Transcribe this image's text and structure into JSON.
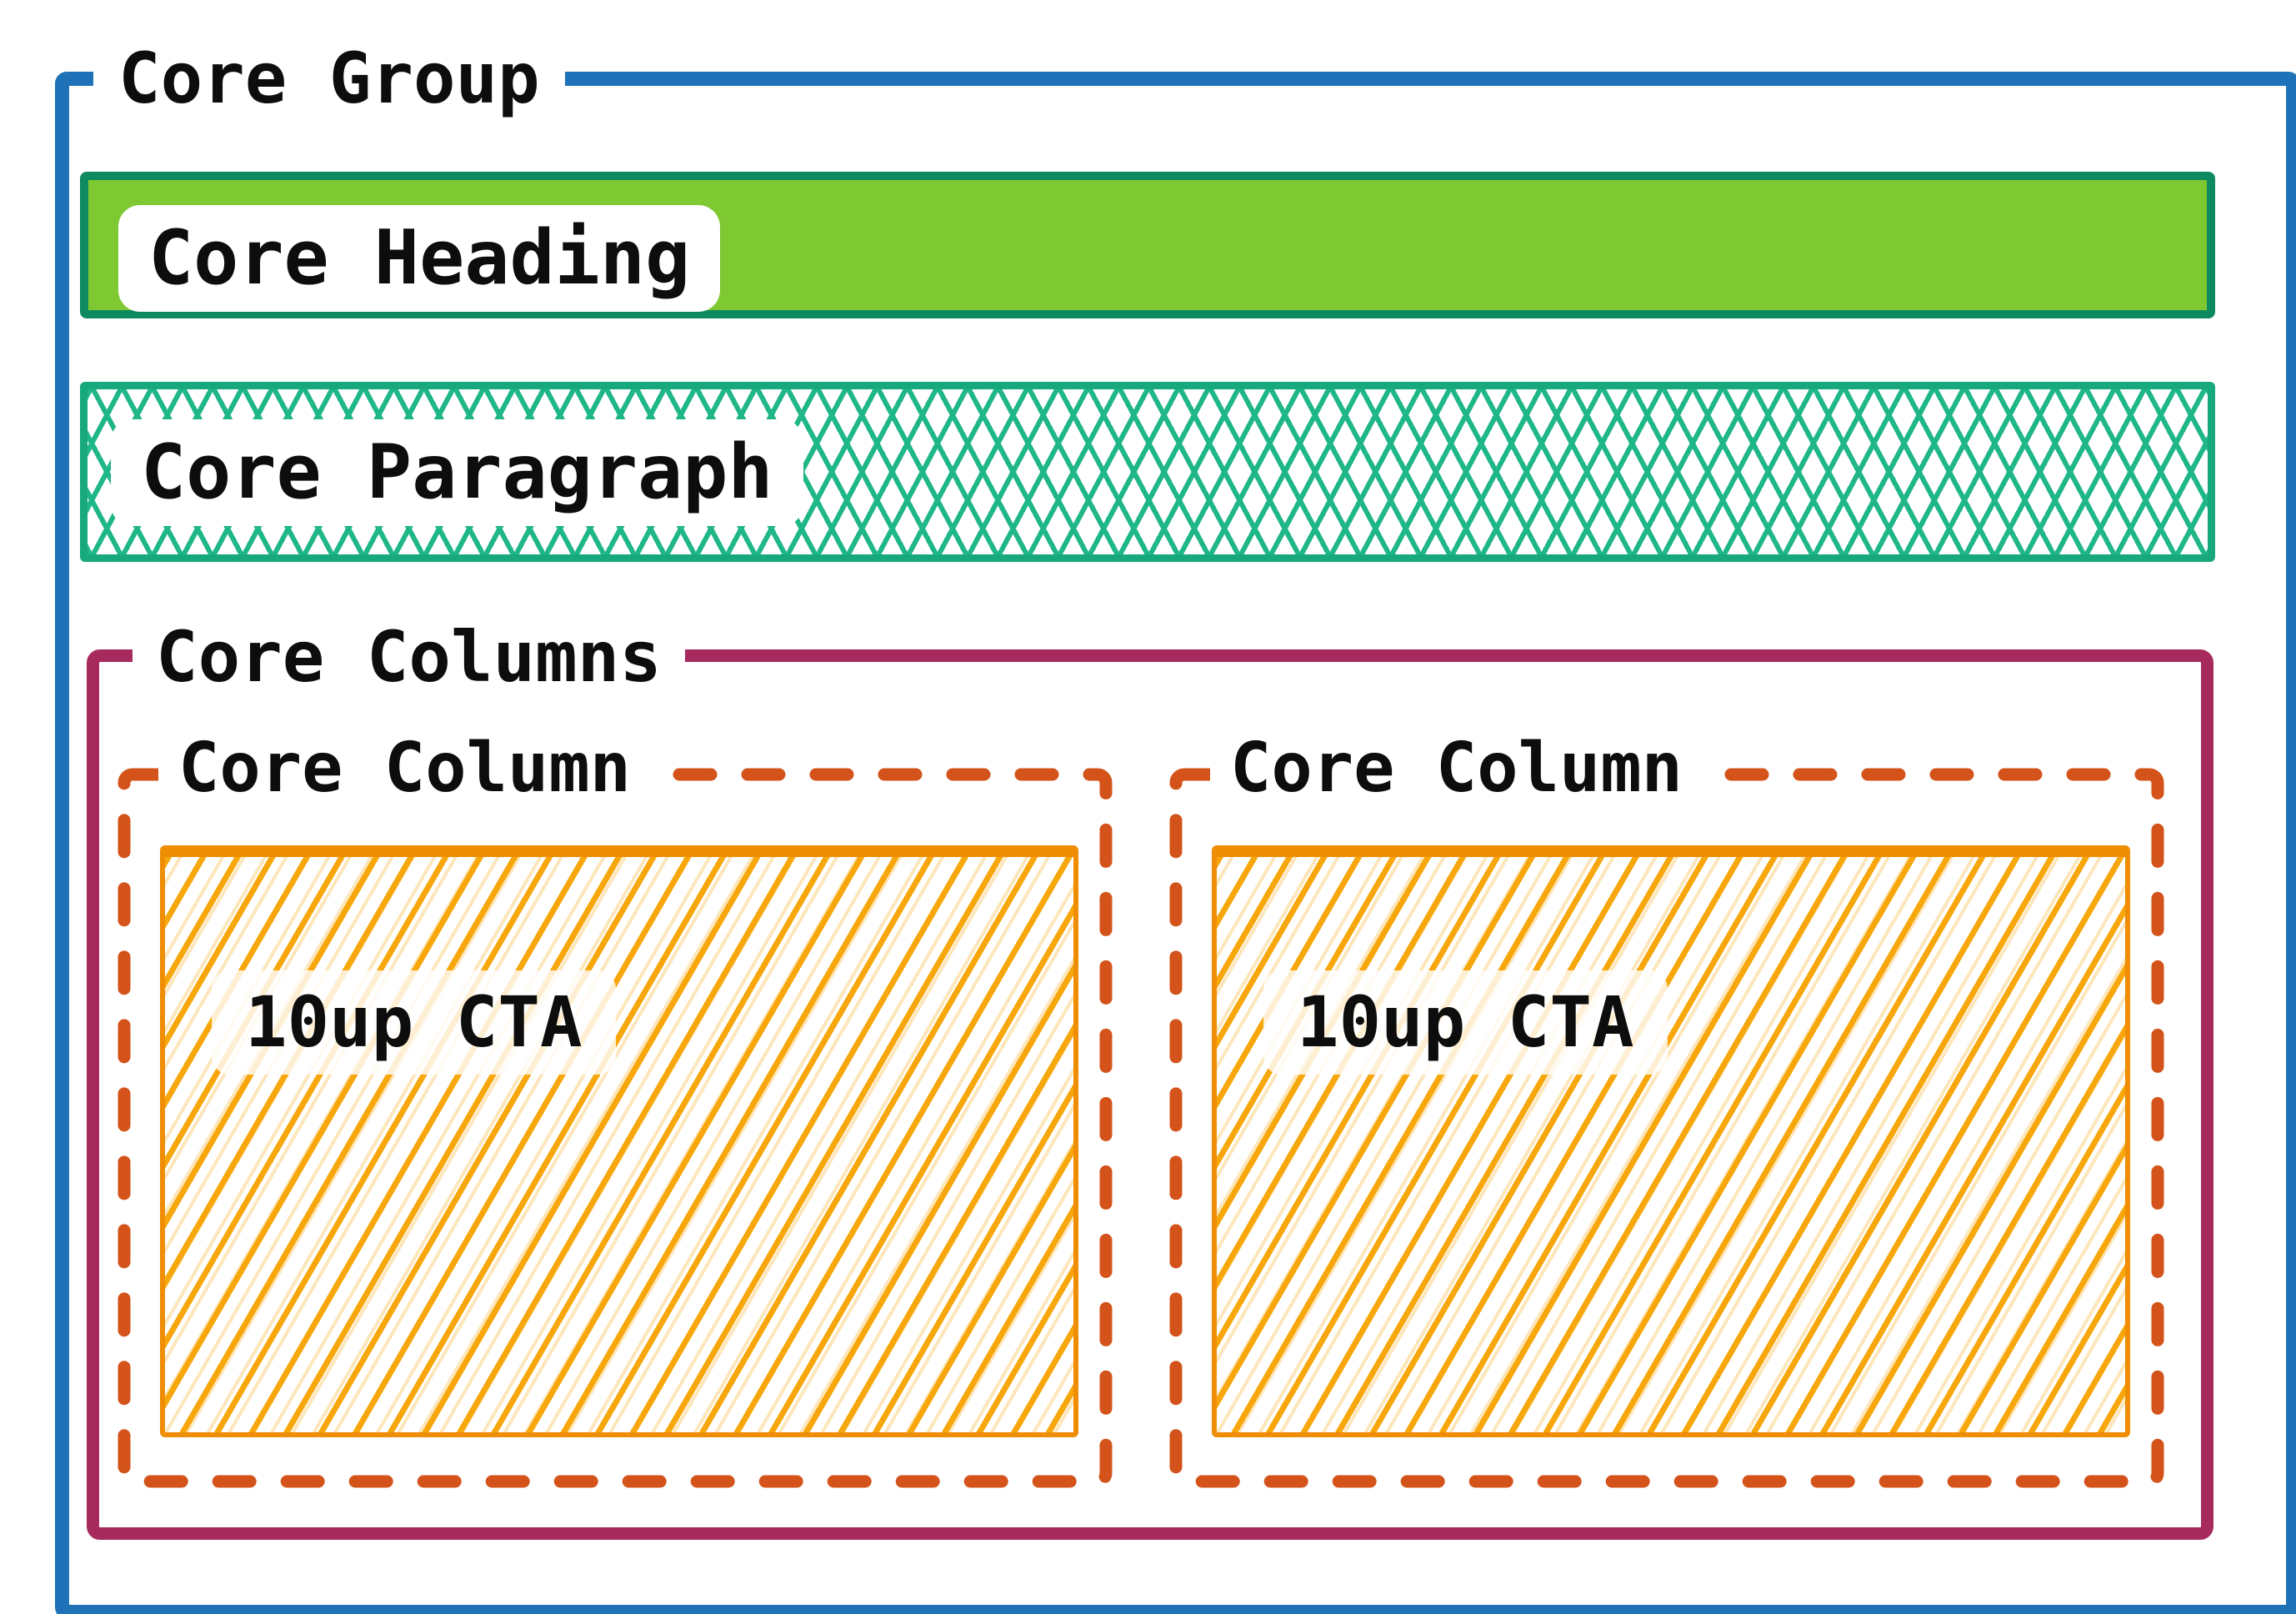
{
  "diagram": {
    "group": {
      "label": "Core Group"
    },
    "heading": {
      "label": "Core Heading"
    },
    "paragraph": {
      "label": "Core Paragraph"
    },
    "columns": {
      "label": "Core Columns"
    },
    "column_items": [
      {
        "label": "Core Column",
        "cta_label": "10up CTA"
      },
      {
        "label": "Core Column",
        "cta_label": "10up CTA"
      }
    ],
    "colors": {
      "group_border": "#1f72b8",
      "heading_fill": "#7ec832",
      "heading_border": "#0d8a60",
      "paragraph_hatch": "#1fb788",
      "paragraph_border": "#17a97d",
      "columns_border": "#a62a5c",
      "column_dash": "#d3531a",
      "cta_hatch": "#f7a70b",
      "cta_border": "#ef8d04",
      "label_text": "#0d0d0d",
      "label_background": "#ffffff"
    }
  }
}
